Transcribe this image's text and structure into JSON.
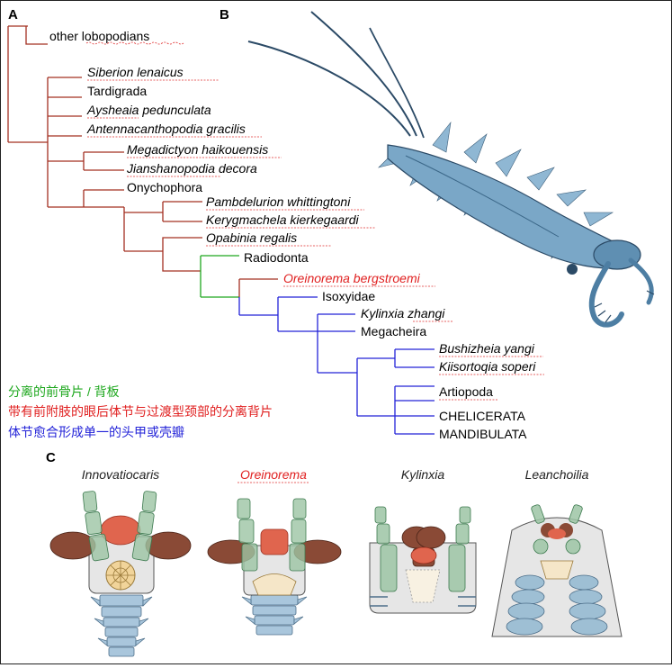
{
  "panels": {
    "a": "A",
    "b": "B",
    "c": "C"
  },
  "taxa": {
    "other_lobopodians": "other lobopodians",
    "siberion": "Siberion lenaicus",
    "tardigrada": "Tardigrada",
    "aysheaia_genus": "Aysheaia",
    "aysheaia_species": " pedunculata",
    "antennacanthopodia": "Antennacanthopodia gracilis",
    "megadictyon": "Megadictyon haikouensis",
    "jianshanopodia_genus": "Jianshanopodia",
    "jianshanopodia_species": " decora",
    "onychophora": "Onychophora",
    "pambdelurion": "Pambdelurion whittingtoni",
    "kerygmachela": "Kerygmachela kierkegaardi",
    "opabinia": "Opabinia regalis",
    "radiodonta": "Radiodonta",
    "oreinorema": "Oreinorema bergstroemi",
    "isoxyidae": "Isoxyidae",
    "kylinxia_genus": "Kylinxia",
    "kylinxia_species": " zhangi",
    "megacheira": "Megacheira",
    "bushizheia": "Bushizheia yangi",
    "kiisortoqia": "Kiisortoqia soperi",
    "artiopoda": "Artiopoda",
    "chelicerata": "CHELICERATA",
    "mandibulata": "MANDIBULATA"
  },
  "legend": {
    "green": "分离的前骨片 / 背板",
    "red": "带有前附肢的眼后体节与过渡型颈部的分离背片",
    "blue": "体节愈合形成单一的头甲或壳瓣"
  },
  "captions": {
    "innovatiocaris": "Innovatiocaris",
    "oreinorema": "Oreinorema",
    "kylinxia": "Kylinxia",
    "leanchoilia": "Leanchoilia"
  },
  "colors": {
    "lobopodian_branch": "#a33022",
    "sclerite_green": "#1fa81f",
    "transitional_red": "#e02020",
    "fused_blue": "#2323d8",
    "appendage_green": "#9cc4a4",
    "eye_brown": "#8a4a36",
    "sclerite_orange": "#e0654e",
    "trunk_blue": "#a9c6dc"
  }
}
